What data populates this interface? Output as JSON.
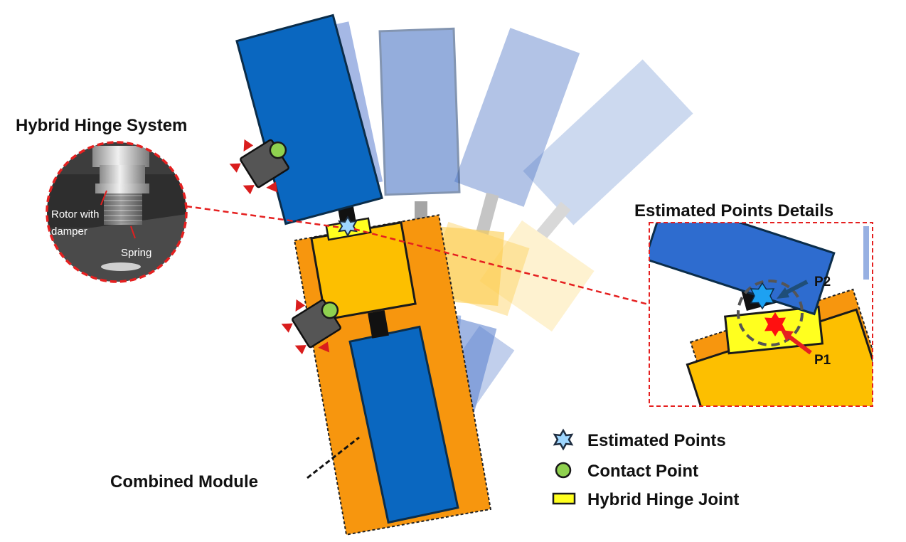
{
  "labels": {
    "hybrid_hinge_system": "Hybrid Hinge System",
    "estimated_points_details": "Estimated Points Details",
    "combined_module": "Combined Module",
    "rotor_with_damper_line1": "Rotor with",
    "rotor_with_damper_line2": "damper",
    "spring": "Spring",
    "p1": "P1",
    "p2": "P2"
  },
  "legend": {
    "items": [
      {
        "icon": "estimated-point-star-icon",
        "label": "Estimated Points"
      },
      {
        "icon": "contact-point-circle-icon",
        "label": "Contact Point"
      },
      {
        "icon": "hybrid-hinge-joint-rect-icon",
        "label": "Hybrid Hinge Joint"
      }
    ]
  },
  "colors": {
    "panel_blue": "#0a67c0",
    "panel_border": "#0b2d4a",
    "module_orange": "#f7960e",
    "module_yellow": "#fdbf00",
    "hinge_yellow": "#ffff1f",
    "contact_green": "#8fd14f",
    "callout_red": "#e52020",
    "star_light_blue": "#9ed6ff",
    "star_blue": "#1da1f2",
    "star_red": "#ff1010",
    "robot_gray": "#555555",
    "robot_red": "#d91d1d"
  }
}
